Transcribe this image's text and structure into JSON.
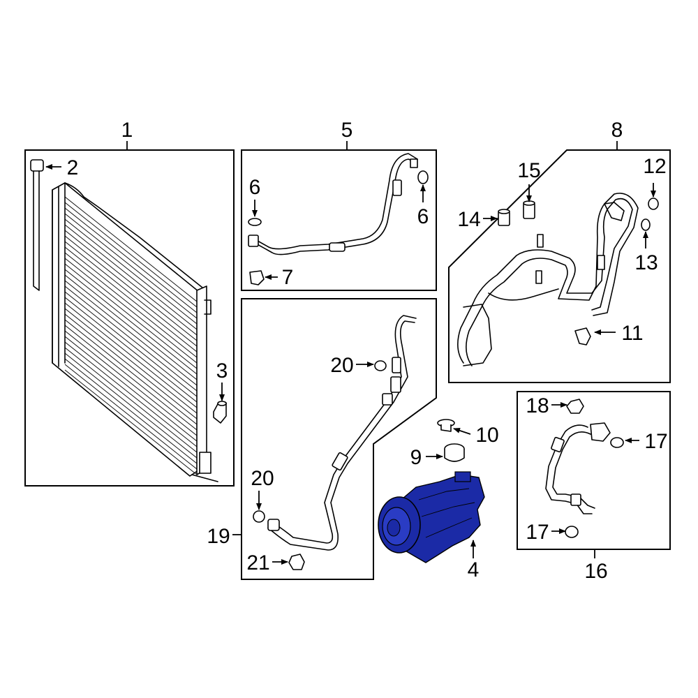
{
  "callouts": {
    "c1": "1",
    "c2": "2",
    "c3": "3",
    "c4": "4",
    "c5": "5",
    "c6a": "6",
    "c6b": "6",
    "c7": "7",
    "c8": "8",
    "c9": "9",
    "c10": "10",
    "c11": "11",
    "c12": "12",
    "c13": "13",
    "c14": "14",
    "c15": "15",
    "c16": "16",
    "c17a": "17",
    "c17b": "17",
    "c18": "18",
    "c19": "19",
    "c20a": "20",
    "c20b": "20",
    "c21": "21"
  },
  "colors": {
    "highlight": "#1b2aa6",
    "line": "#000000",
    "background": "#ffffff"
  }
}
